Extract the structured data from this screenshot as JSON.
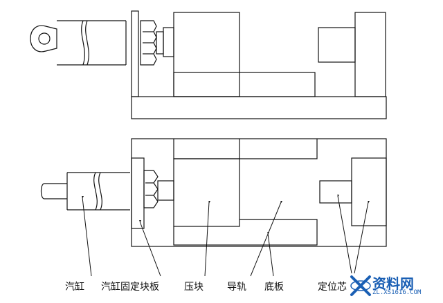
{
  "labels": [
    {
      "id": "cylinder",
      "text": "汽缸"
    },
    {
      "id": "cylinder-mount",
      "text": "汽缸固定块板"
    },
    {
      "id": "press-block",
      "text": "压块"
    },
    {
      "id": "guide-rail",
      "text": "导轨"
    },
    {
      "id": "base-plate",
      "text": "底板"
    },
    {
      "id": "locating-core",
      "text": "定位芯"
    }
  ],
  "watermark": {
    "text": "资料网",
    "url": "ZL.XS1616.COM"
  },
  "colors": {
    "line": "#111111",
    "watermark": "#1a5fb4"
  }
}
